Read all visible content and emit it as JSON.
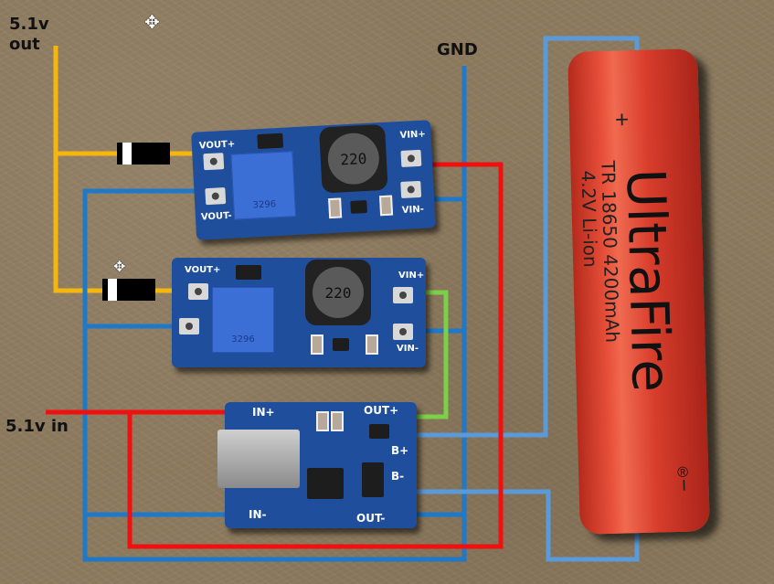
{
  "labels": {
    "out": "5.1v\nout",
    "out_line1": "5.1v",
    "out_line2": "out",
    "in": "5.1v in",
    "gnd": "GND"
  },
  "boost_modules": [
    {
      "pins": {
        "vout_plus": "VOUT+",
        "vout_minus": "VOUT-",
        "vin_plus": "VIN+",
        "vin_minus": "VIN-"
      },
      "inductor": "220",
      "pot": "3296"
    },
    {
      "pins": {
        "vout_plus": "VOUT+",
        "vout_minus": "",
        "vin_plus": "VIN+",
        "vin_minus": "VIN-"
      },
      "inductor": "220",
      "pot": "3296"
    }
  ],
  "charger_module": {
    "pins": {
      "in_plus": "IN+",
      "in_minus": "IN-",
      "out_plus": "OUT+",
      "out_minus": "OUT-",
      "b_plus": "B+",
      "b_minus": "B-"
    }
  },
  "battery": {
    "brand": "UltraFire",
    "model": "TR 18650 4200mAh",
    "spec": "4.2V Li-ion",
    "plus": "+",
    "minus": "−",
    "registered": "®"
  },
  "colors": {
    "out_wire": "#f5b60e",
    "gnd_wire": "#1f78c8",
    "gnd_wire_light": "#5a9ad8",
    "in_wire": "#f01010",
    "link_wire": "#7ccf48"
  }
}
